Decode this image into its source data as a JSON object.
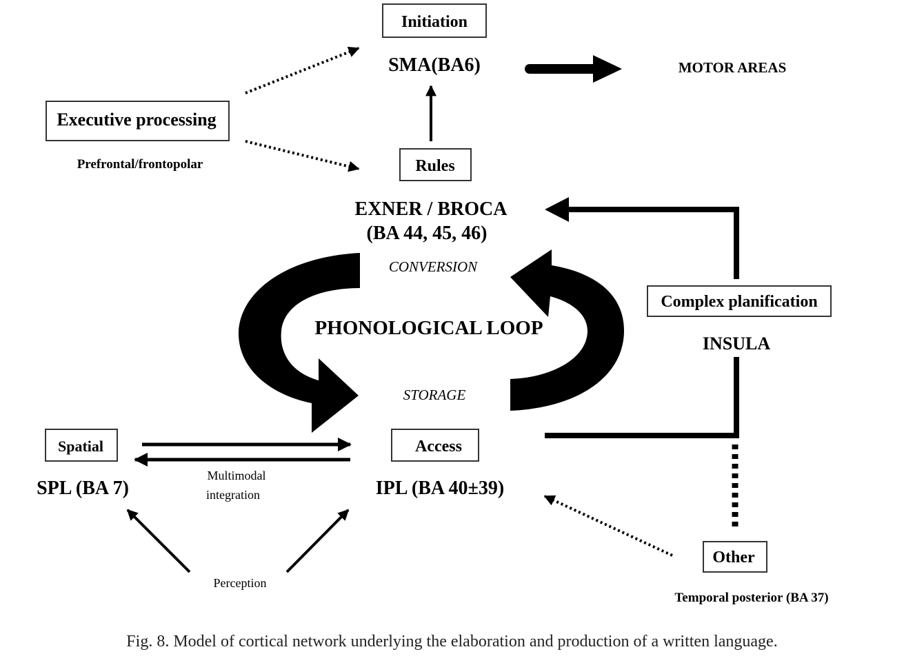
{
  "figure": {
    "caption": "Fig. 8. Model of cortical network underlying the elaboration and production of a written language."
  },
  "nodes": {
    "initiation": {
      "box_label": "Initiation",
      "region": "SMA(BA6)"
    },
    "motor_areas": {
      "label": "MOTOR AREAS"
    },
    "executive": {
      "box_label": "Executive processing",
      "region": "Prefrontal/frontopolar"
    },
    "rules": {
      "box_label": "Rules",
      "region_line1": "EXNER / BROCA",
      "region_line2": "(BA 44, 45, 46)"
    },
    "complex": {
      "box_label": "Complex planification",
      "region": "INSULA"
    },
    "loop": {
      "title": "PHONOLOGICAL LOOP",
      "top_label": "CONVERSION",
      "bottom_label": "STORAGE"
    },
    "spatial": {
      "box_label": "Spatial",
      "region": "SPL (BA 7)"
    },
    "access": {
      "box_label": "Access",
      "region": "IPL (BA 40±39)"
    },
    "multimodal": {
      "line1": "Multimodal",
      "line2": "integration"
    },
    "perception": {
      "label": "Perception"
    },
    "other": {
      "box_label": "Other",
      "region": "Temporal posterior (BA 37)"
    }
  },
  "edges": [
    {
      "from": "executive",
      "to": "initiation",
      "style": "dotted"
    },
    {
      "from": "executive",
      "to": "rules",
      "style": "dotted"
    },
    {
      "from": "rules",
      "to": "initiation",
      "style": "solid"
    },
    {
      "from": "initiation",
      "to": "motor_areas",
      "style": "thick"
    },
    {
      "from": "complex",
      "to": "rules",
      "style": "thick"
    },
    {
      "from": "complex",
      "to": "access",
      "style": "thick"
    },
    {
      "from": "complex",
      "to": "other",
      "style": "dotted-thick"
    },
    {
      "from": "spatial",
      "to": "access",
      "style": "solid"
    },
    {
      "from": "access",
      "to": "spatial",
      "style": "solid"
    },
    {
      "from": "perception",
      "to": "spatial",
      "style": "solid"
    },
    {
      "from": "perception",
      "to": "access",
      "style": "solid"
    },
    {
      "from": "other",
      "to": "access",
      "style": "dotted"
    },
    {
      "from": "rules",
      "to": "access",
      "style": "loop-arrow"
    },
    {
      "from": "access",
      "to": "rules",
      "style": "loop-arrow"
    }
  ]
}
